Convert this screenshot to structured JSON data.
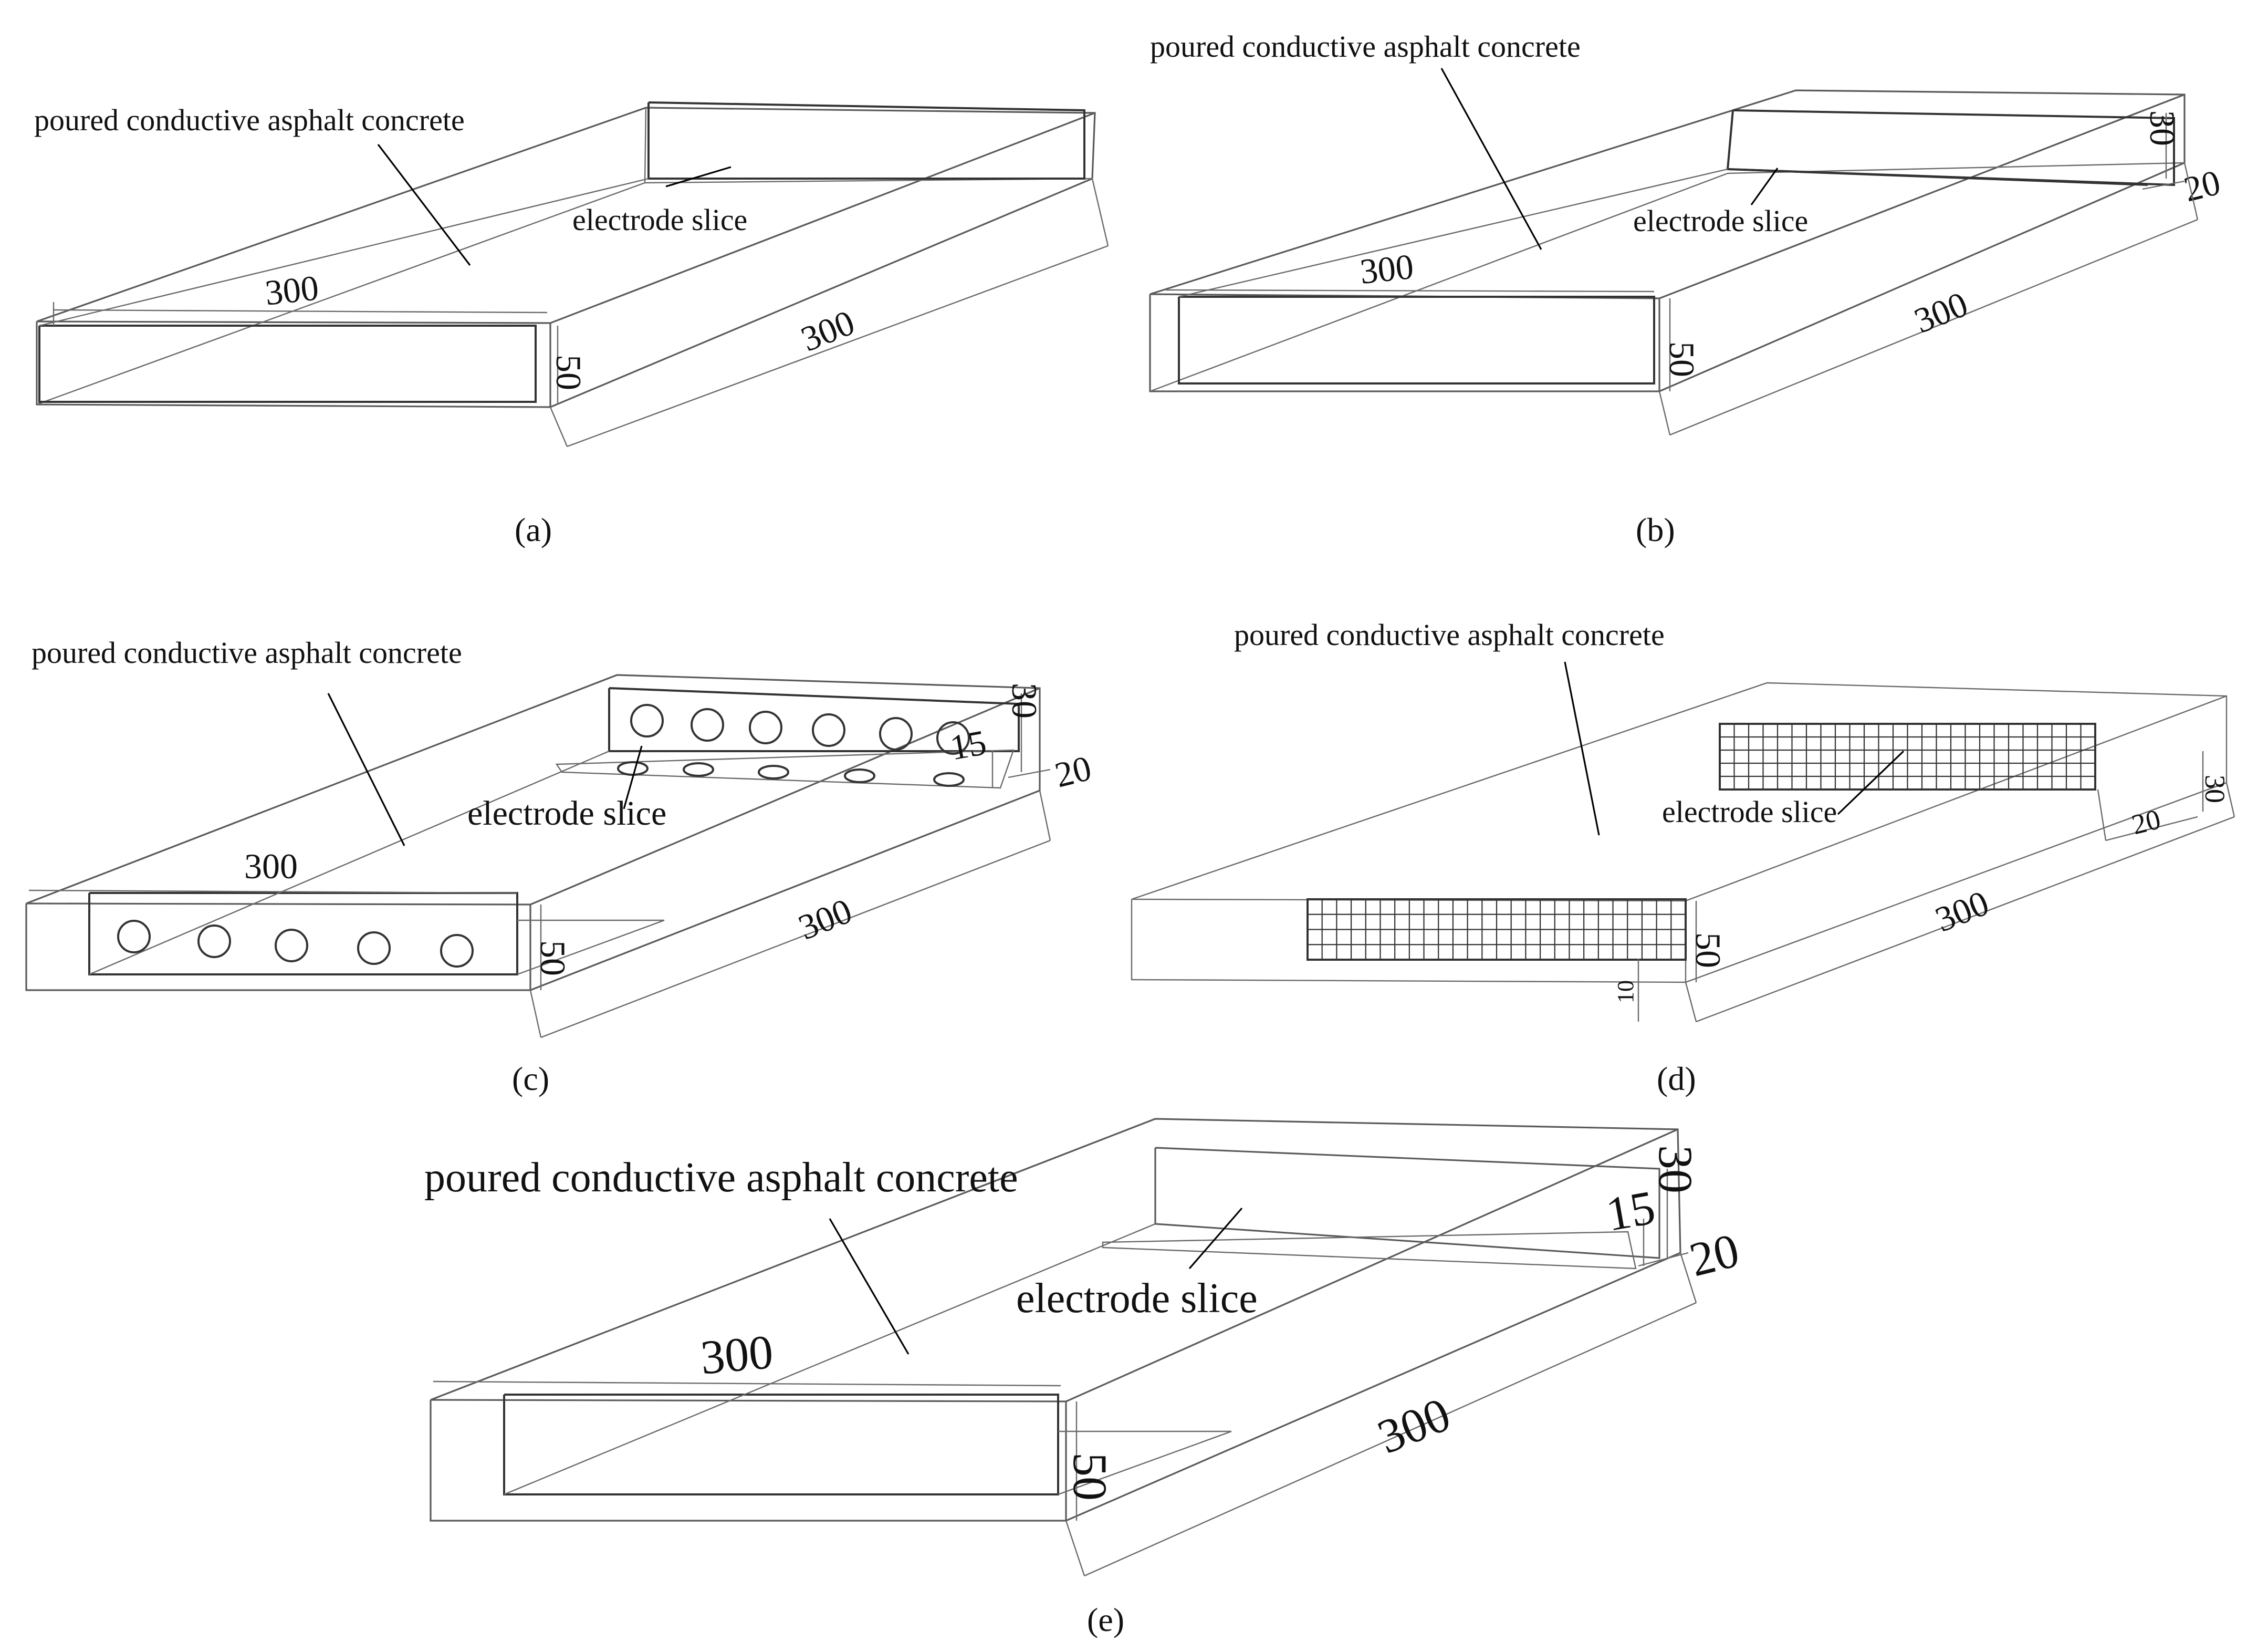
{
  "figure": {
    "panels": [
      {
        "caption": "(a)",
        "material_label": "poured conductive asphalt concrete",
        "electrode_label": "electrode slice",
        "dims": {
          "width": "300",
          "length": "300",
          "height": "50"
        }
      },
      {
        "caption": "(b)",
        "material_label": "poured conductive asphalt concrete",
        "electrode_label": "electrode slice",
        "dims": {
          "width": "300",
          "length": "300",
          "height": "50",
          "electrode_height": "30",
          "electrode_depth": "20"
        }
      },
      {
        "caption": "(c)",
        "material_label": "poured conductive asphalt concrete",
        "electrode_label": "electrode slice",
        "dims": {
          "width": "300",
          "length": "300",
          "height": "50",
          "electrode_height": "30",
          "electrode_inner": "15",
          "electrode_depth": "20"
        }
      },
      {
        "caption": "(d)",
        "material_label": "poured conductive asphalt concrete",
        "electrode_label": "electrode slice",
        "dims": {
          "length": "300",
          "height": "50",
          "electrode_height": "30",
          "electrode_depth": "20",
          "bottom_offset": "10"
        }
      },
      {
        "caption": "(e)",
        "material_label": "poured conductive asphalt concrete",
        "electrode_label": "electrode slice",
        "dims": {
          "width": "300",
          "length": "300",
          "height": "50",
          "electrode_height": "30",
          "electrode_inner": "15",
          "electrode_depth": "20"
        }
      }
    ]
  }
}
